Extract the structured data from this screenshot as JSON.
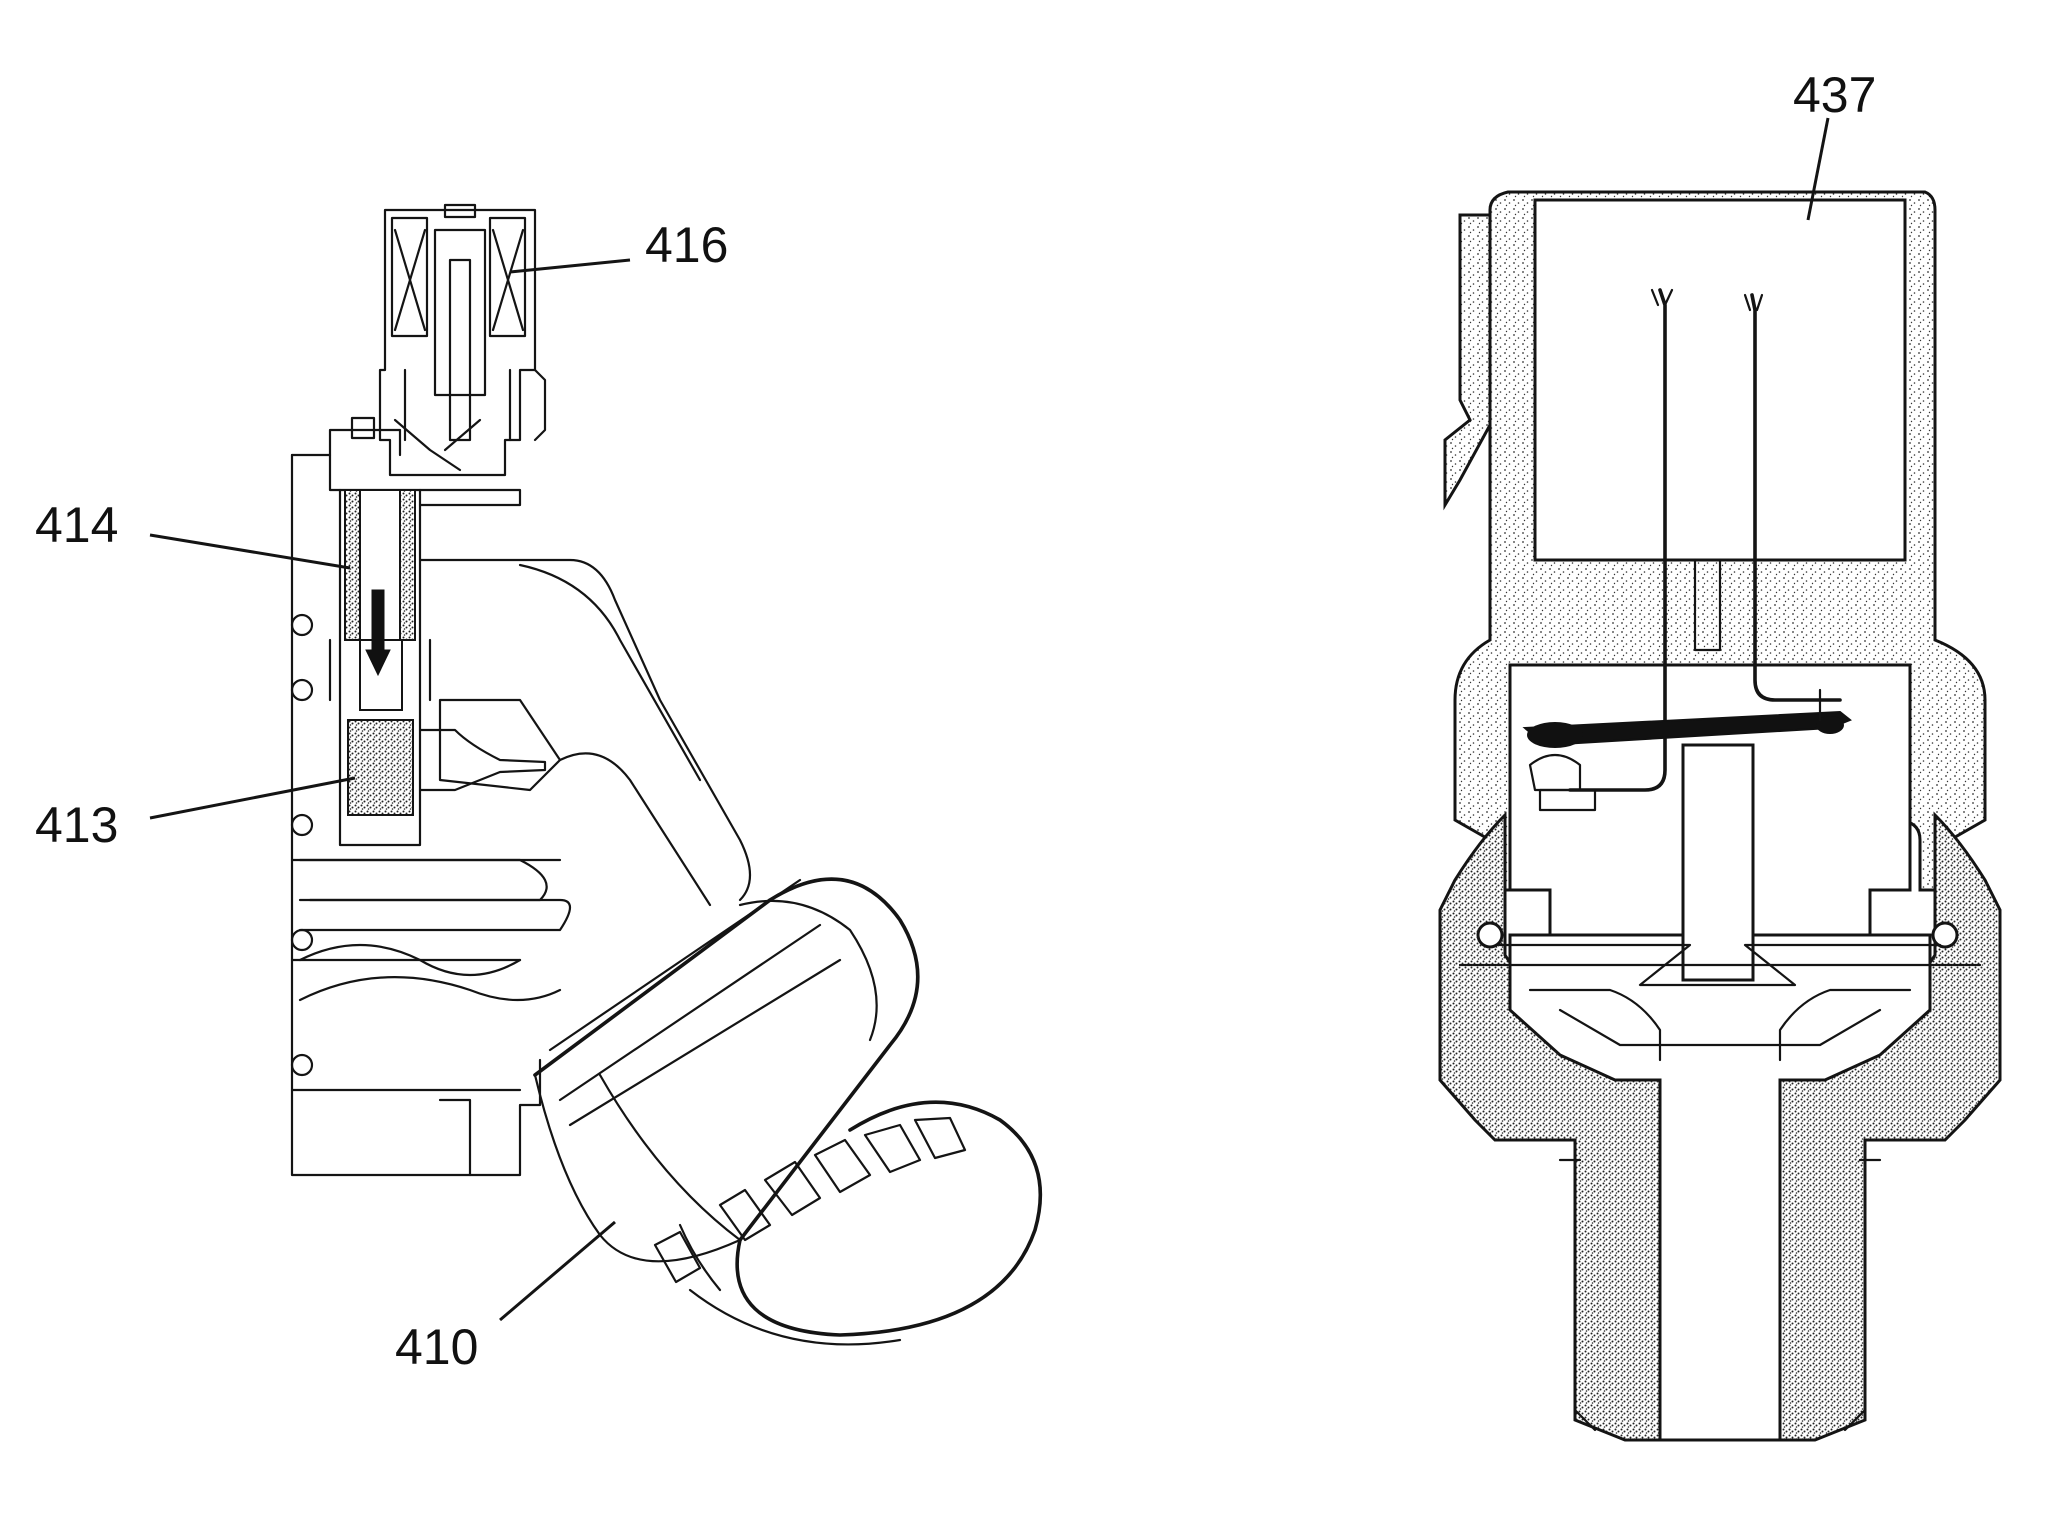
{
  "figure": {
    "callouts": [
      {
        "id": "416",
        "text": "416"
      },
      {
        "id": "414",
        "text": "414"
      },
      {
        "id": "413",
        "text": "413"
      },
      {
        "id": "410",
        "text": "410"
      },
      {
        "id": "437",
        "text": "437"
      }
    ],
    "colors": {
      "ink": "#141414",
      "background": "#ffffff"
    }
  }
}
